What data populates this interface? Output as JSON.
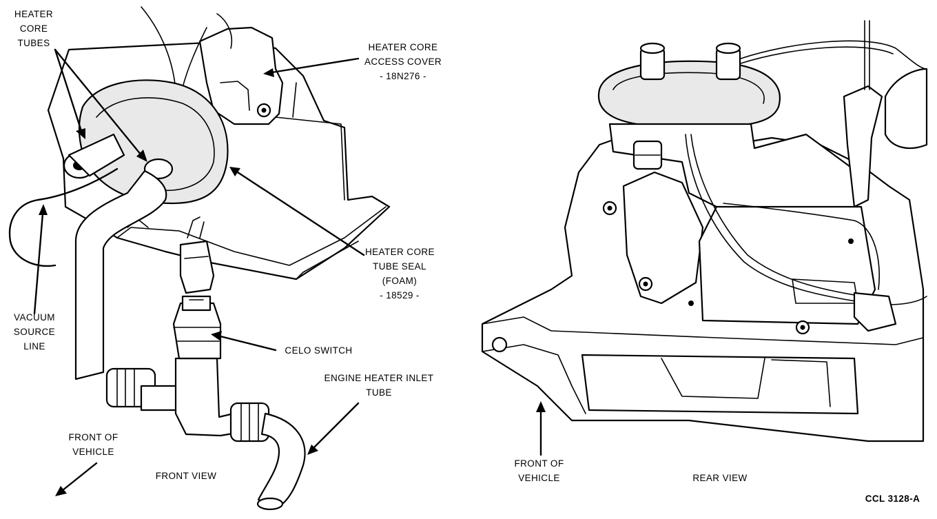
{
  "labels": {
    "heater_core_tubes": [
      "HEATER",
      "CORE",
      "TUBES"
    ],
    "access_cover": [
      "HEATER CORE",
      "ACCESS COVER",
      "- 18N276 -"
    ],
    "tube_seal": [
      "HEATER CORE",
      "TUBE SEAL",
      "(FOAM)",
      "- 18529 -"
    ],
    "vacuum_source_line": [
      "VACUUM",
      "SOURCE",
      "LINE"
    ],
    "celo_switch": "CELO SWITCH",
    "engine_heater_inlet_tube": [
      "ENGINE HEATER INLET",
      "TUBE"
    ],
    "front_of_vehicle_left": [
      "FRONT OF",
      "VEHICLE"
    ],
    "front_view": "FRONT VIEW",
    "front_of_vehicle_right": [
      "FRONT OF",
      "VEHICLE"
    ],
    "rear_view": "REAR VIEW",
    "figure_code": "CCL 3128-A"
  }
}
